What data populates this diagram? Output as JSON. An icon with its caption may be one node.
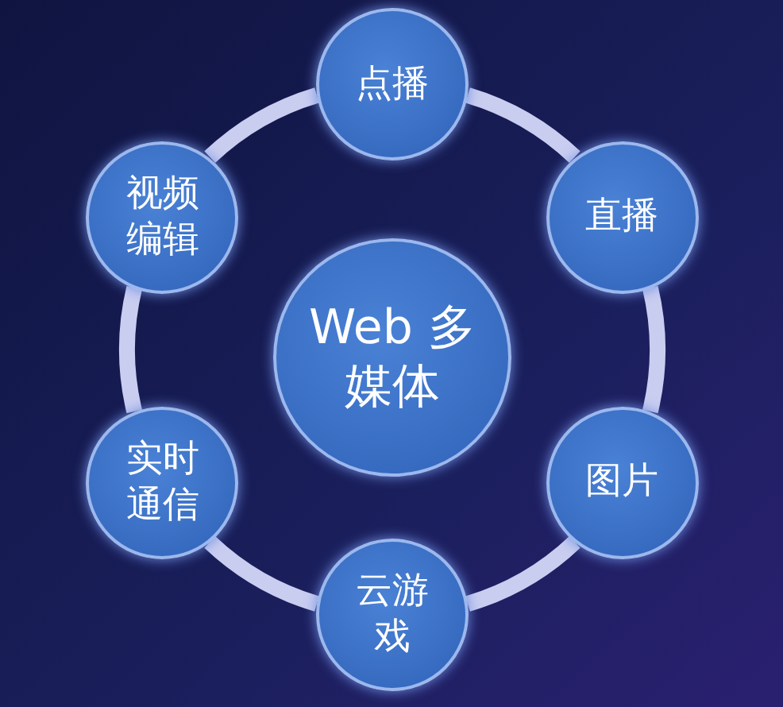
{
  "diagram": {
    "nodes": [
      {
        "text": [
          "Web 多媒体"
        ]
      },
      {
        "text": [
          "点播"
        ]
      },
      {
        "text": [
          "直播"
        ]
      },
      {
        "text": [
          "图片"
        ]
      },
      {
        "text": [
          "云游戏"
        ]
      },
      {
        "text": [
          "实时通信"
        ]
      },
      {
        "text": [
          "视频编辑"
        ]
      }
    ],
    "edges": [
      {
        "from": 1,
        "to": 2,
        "arrow": "none"
      },
      {
        "from": 2,
        "to": 3,
        "arrow": "none"
      },
      {
        "from": 3,
        "to": 4,
        "arrow": "none"
      },
      {
        "from": 4,
        "to": 5,
        "arrow": "none"
      },
      {
        "from": 5,
        "to": 6,
        "arrow": "none"
      },
      {
        "from": 6,
        "to": 1,
        "arrow": "none"
      }
    ]
  }
}
